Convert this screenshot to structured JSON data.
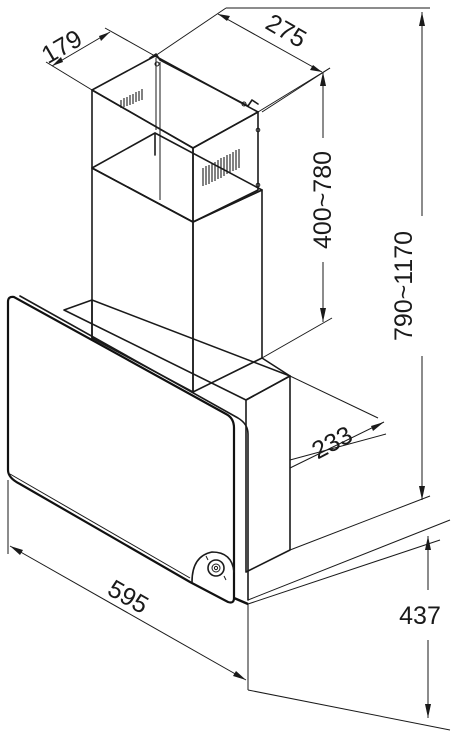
{
  "drawing": {
    "dimensions": {
      "chimney_depth": "179",
      "chimney_width": "275",
      "chimney_height_range": "400~780",
      "total_height_range": "790~1170",
      "body_depth": "233",
      "hood_width": "595",
      "hood_height": "437"
    }
  }
}
